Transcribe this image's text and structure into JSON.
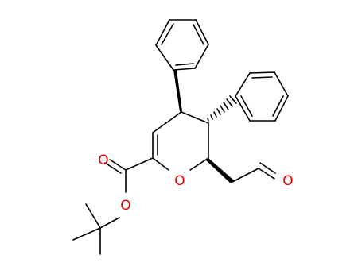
{
  "molecule": {
    "colors": {
      "bond": "#000000",
      "oxygen": "#e00000",
      "background": "#ffffff"
    },
    "atom_labels": {
      "carbonyl_oxygen": "O",
      "ester_oxygen": "O",
      "ring_oxygen": "O",
      "aldehyde_oxygen": "O"
    }
  }
}
